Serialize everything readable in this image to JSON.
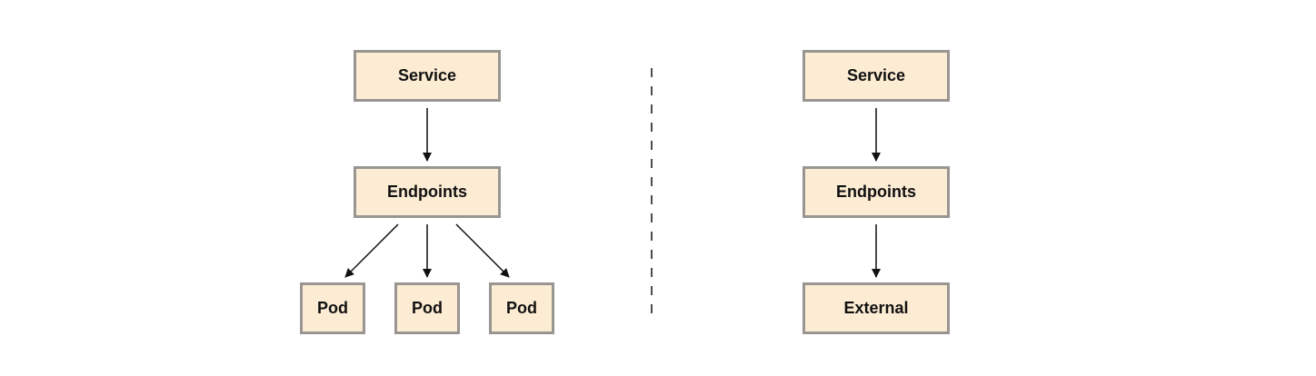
{
  "colors": {
    "box_fill": "#fcecd4",
    "box_border": "#999591",
    "arrow": "#111111",
    "divider": "#111111"
  },
  "left_group": {
    "service": "Service",
    "endpoints": "Endpoints",
    "pods": [
      "Pod",
      "Pod",
      "Pod"
    ]
  },
  "right_group": {
    "service": "Service",
    "endpoints": "Endpoints",
    "external": "External"
  }
}
